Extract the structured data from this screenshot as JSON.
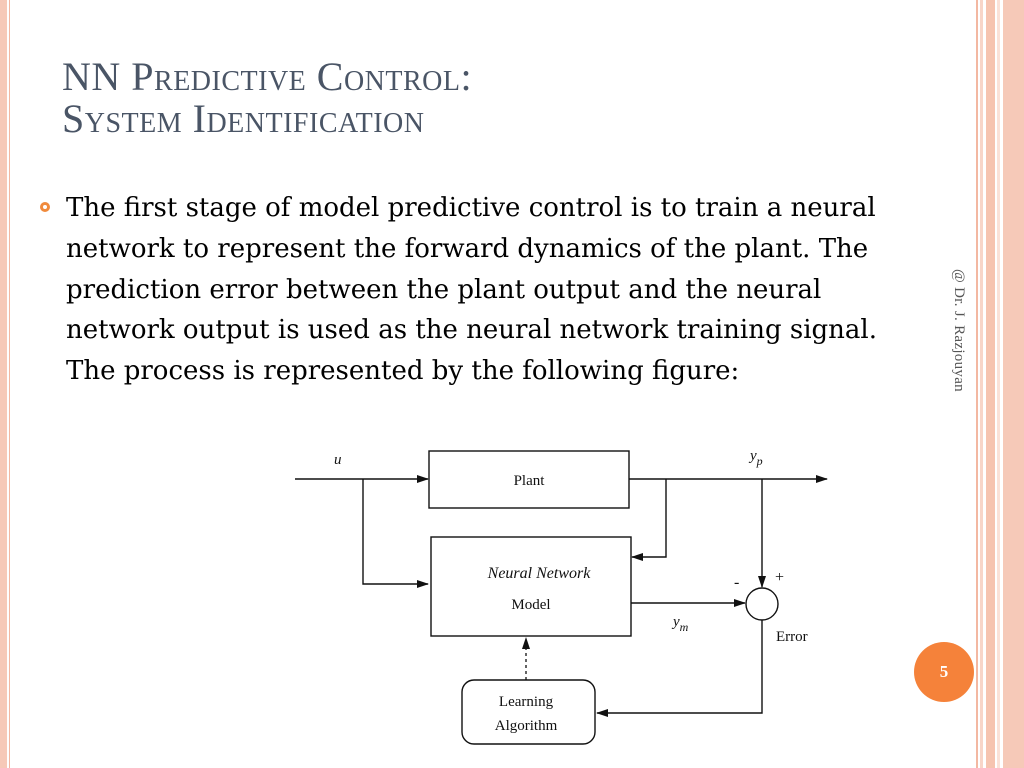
{
  "slide": {
    "title_line1": "NN Predictive Control:",
    "title_line2": "System Identification",
    "bullet": "The first stage of model predictive control is to train a neural network to represent the forward dynamics of the plant. The prediction error between the plant output and the neural network output is used as the neural network training signal. The process is represented by the following figure:",
    "side_credit": "@ Dr. J. Razjouyan",
    "page_number": "5"
  },
  "diagram": {
    "input_label": "u",
    "plant_label": "Plant",
    "output_label_main": "y",
    "output_label_sub": "p",
    "nn_label_line1": "Neural Network",
    "nn_label_line2": "Model",
    "model_output_main": "y",
    "model_output_sub": "m",
    "minus_sign": "-",
    "plus_sign": "+",
    "error_label": "Error",
    "learning_line1": "Learning",
    "learning_line2": "Algorithm"
  },
  "colors": {
    "accent": "#f5823a",
    "title": "#4a5566",
    "border": "#f6c9b8"
  }
}
